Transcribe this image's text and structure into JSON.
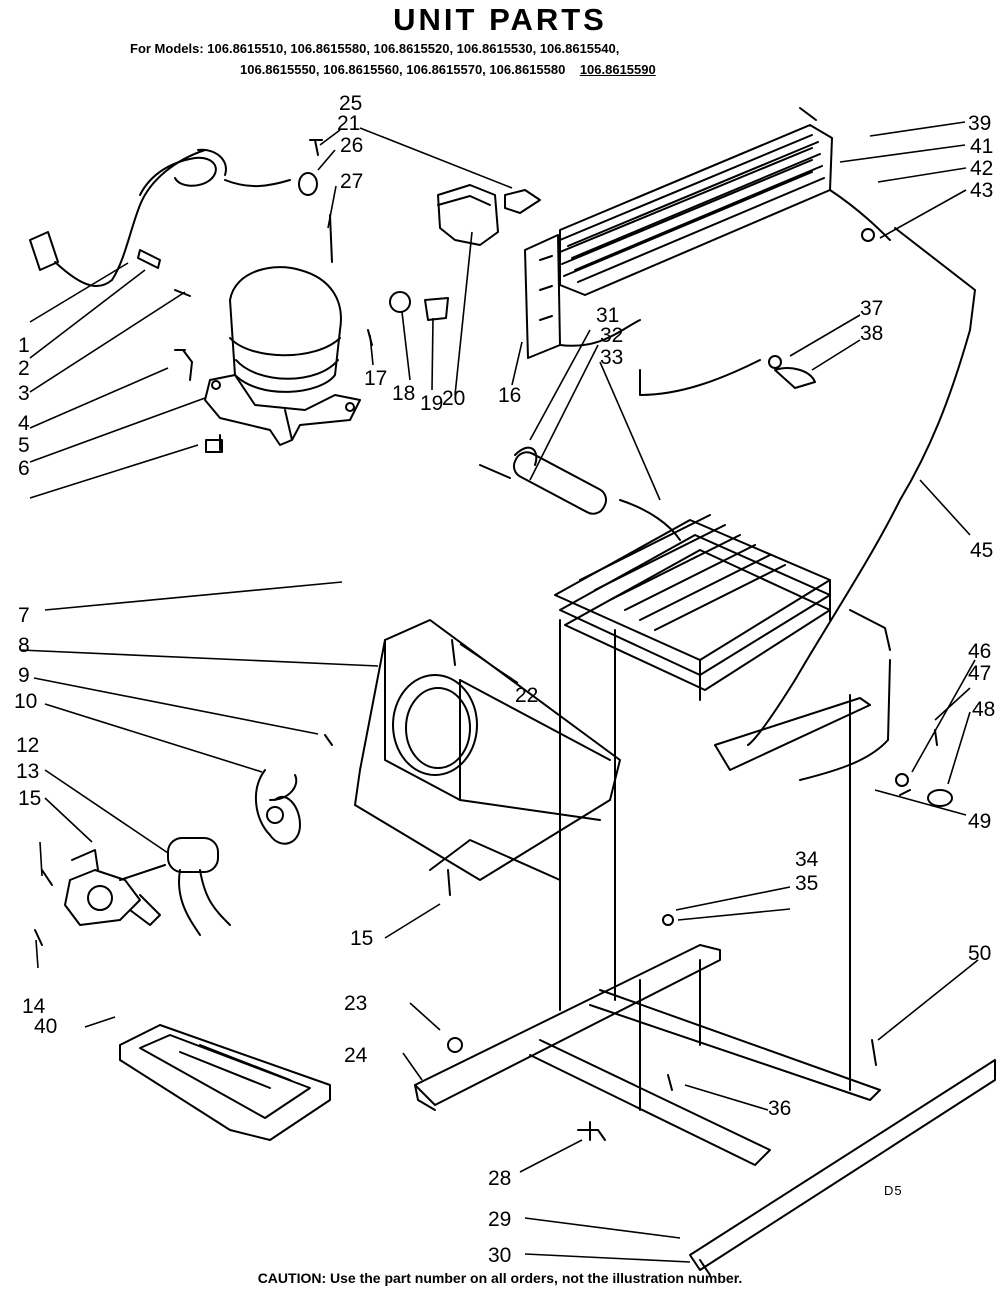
{
  "title": "UNIT PARTS",
  "models": {
    "line1": "For Models: 106.8615510, 106.8615580, 106.8615520, 106.8615530, 106.8615540,",
    "line2_plain": "106.8615550, 106.8615560, 106.8615570, 106.8615580",
    "line2_underlined": "106.8615590"
  },
  "caution": "CAUTION: Use the part number on all orders, not the illustration number.",
  "diagram_code": "D5",
  "callouts": [
    "1",
    "2",
    "3",
    "4",
    "5",
    "6",
    "7",
    "8",
    "9",
    "10",
    "12",
    "13",
    "14",
    "15",
    "15",
    "16",
    "17",
    "18",
    "19",
    "20",
    "21",
    "22",
    "23",
    "24",
    "25",
    "26",
    "27",
    "28",
    "29",
    "30",
    "31",
    "32",
    "33",
    "34",
    "35",
    "36",
    "37",
    "38",
    "39",
    "40",
    "41",
    "42",
    "43",
    "45",
    "46",
    "47",
    "48",
    "49",
    "50"
  ]
}
